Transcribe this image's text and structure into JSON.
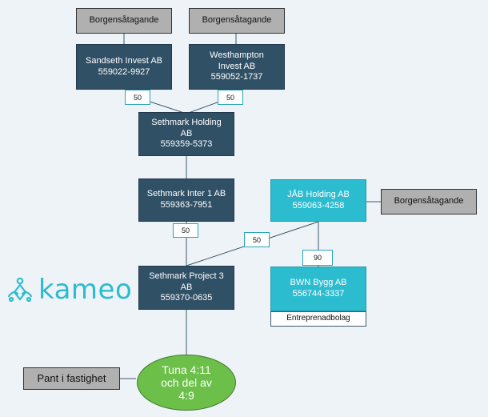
{
  "guarantee_label": "Borgensåtagande",
  "companies": {
    "sandseth": {
      "name": "Sandseth Invest AB",
      "org": "559022-9927"
    },
    "westhampton": {
      "name_line1": "Westhampton",
      "name_line2": "Invest AB",
      "org": "559052-1737"
    },
    "holding": {
      "name_line1": "Sethmark Holding",
      "name_line2": "AB",
      "org": "559359-5373"
    },
    "inter": {
      "name": "Sethmark Inter 1 AB",
      "org": "559363-7951"
    },
    "project": {
      "name_line1": "Sethmark Project 3",
      "name_line2": "AB",
      "org": "559370-0635"
    },
    "jab": {
      "name": "JÅB Holding AB",
      "org": "559063-4258"
    },
    "bwn": {
      "name": "BWN Bygg AB",
      "org": "556744-3337",
      "role": "Entreprenadbolag"
    }
  },
  "ownership": {
    "sandseth_holding": "50",
    "westhampton_holding": "50",
    "inter_project": "50",
    "jab_project": "50",
    "jab_bwn": "90"
  },
  "property": {
    "line1": "Tuna 4:11",
    "line2": "och del av",
    "line3": "4:9"
  },
  "pledge_label": "Pant i fastighet",
  "logo": {
    "text": "kameo",
    "icon": "kameo-logo-icon"
  },
  "colors": {
    "dark_box": "#305066",
    "cyan_box": "#2cbccf",
    "grey_box": "#b0b0b0",
    "property": "#6cc04a"
  }
}
